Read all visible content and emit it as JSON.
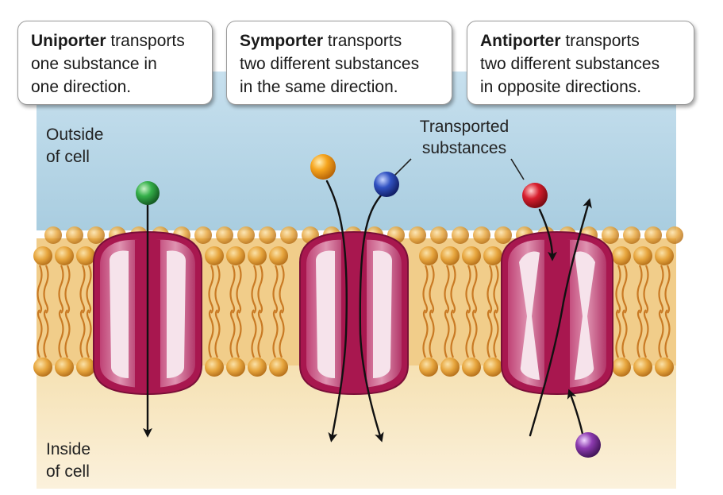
{
  "captions": [
    {
      "term": "Uniporter",
      "rest": " transports",
      "line2": "one substance in",
      "line3": "one direction."
    },
    {
      "term": "Symporter",
      "rest": " transports",
      "line2": "two different substances",
      "line3": "in the same direction."
    },
    {
      "term": "Antiporter",
      "rest": " transports",
      "line2": "two different substances",
      "line3": "in opposite directions."
    }
  ],
  "regions": {
    "outside": [
      "Outside",
      "of cell"
    ],
    "inside": [
      "Inside",
      "of cell"
    ]
  },
  "callout": [
    "Transported",
    "substances"
  ],
  "colors": {
    "outside": "#bcd7e6",
    "inside": "#f7e8c4",
    "lipid_head": "#e2a23a",
    "lipid_tail": "#d88e34",
    "protein": "#a8174f",
    "protein_light": "#e7a8c0",
    "protein_channel": "#f3dbe5",
    "green_solute": "#2a9c3f",
    "orange_solute": "#f2a01c",
    "blue_solute": "#2f4fb5",
    "red_solute": "#d41f2c",
    "purple_solute": "#8b3aa6"
  }
}
